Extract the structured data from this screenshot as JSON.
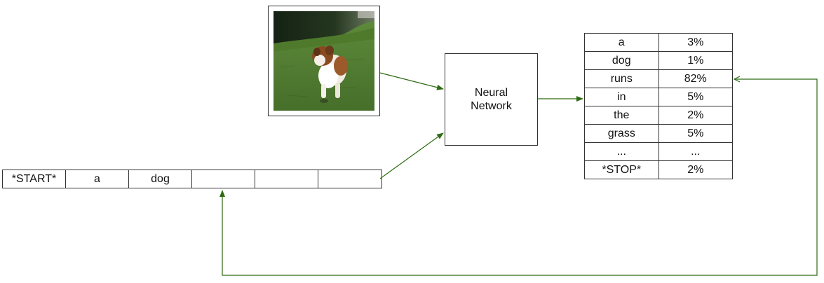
{
  "network": {
    "line1": "Neural",
    "line2": "Network"
  },
  "sequence": [
    "*START*",
    "a",
    "dog",
    "",
    "",
    ""
  ],
  "probabilities": [
    {
      "word": "a",
      "pct": "3%"
    },
    {
      "word": "dog",
      "pct": "1%"
    },
    {
      "word": "runs",
      "pct": "82%"
    },
    {
      "word": "in",
      "pct": "5%"
    },
    {
      "word": "the",
      "pct": "2%"
    },
    {
      "word": "grass",
      "pct": "5%"
    },
    {
      "word": "...",
      "pct": "..."
    },
    {
      "word": "*STOP*",
      "pct": "2%"
    }
  ],
  "colors": {
    "arrow": "#2e6b12",
    "border": "#333333",
    "grass": "#4e7d32",
    "trees": "#1e2d1a"
  },
  "icons": {
    "photo": "dog-on-grass-image"
  }
}
